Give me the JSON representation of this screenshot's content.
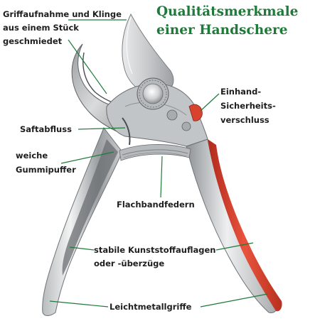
{
  "title": {
    "line1": "Qualitätsmerkmale",
    "line2": "einer Handschere",
    "color": "#1f7a3a"
  },
  "labels": {
    "griff_klinge": [
      "Griffaufnahme und Klinge",
      "aus einem Stück",
      "geschmiedet"
    ],
    "saftabfluss": [
      "Saftabfluss"
    ],
    "gummipuffer": [
      "weiche",
      "Gummipuffer"
    ],
    "verschluss": [
      "Einhand-",
      "Sicherheits-",
      "verschluss"
    ],
    "flachbandfedern": [
      "Flachbandfedern"
    ],
    "kunststoff": [
      "stabile Kunststoffauflagen",
      "oder -überzüge"
    ],
    "leichtmetall": [
      "Leichtmetallgriffe"
    ]
  },
  "colors": {
    "leader": "#1f7a3a",
    "grip_accent": "#d8432f",
    "metal": "#c9cbcc"
  }
}
